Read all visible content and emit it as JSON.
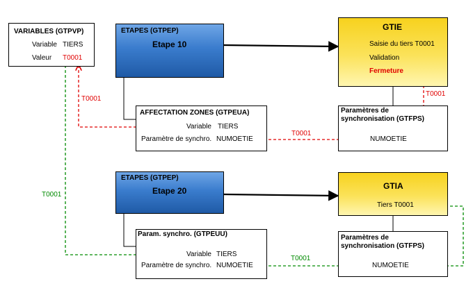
{
  "colors": {
    "red_link": "#e00000",
    "green_link": "#008a00",
    "blue_box": "#3a7ccd",
    "gold_box": "#f7d21e"
  },
  "variables": {
    "title": "VARIABLES (GTPVP)",
    "rows": [
      {
        "label": "Variable",
        "value": "TIERS"
      },
      {
        "label": "Valeur",
        "value": "T0001"
      }
    ]
  },
  "etape10": {
    "header": "ETAPES (GTPEP)",
    "title": "Etape 10"
  },
  "gtie": {
    "title": "GTIE",
    "items": [
      "Saisie du tiers T0001",
      "Validation",
      "Fermeture"
    ]
  },
  "affectation": {
    "title": "AFFECTATION ZONES (GTPEUA)",
    "variable_label": "Variable",
    "variable_value": "TIERS",
    "param_label": "Paramètre de synchro.",
    "param_value": "NUMOETIE"
  },
  "sync_top": {
    "title": "Paramètres de synchronisation (GTFPS)",
    "value": "NUMOETIE"
  },
  "etape20": {
    "header": "ETAPES (GTPEP)",
    "title": "Etape 20"
  },
  "gtia": {
    "title": "GTIA",
    "item": "Tiers T0001"
  },
  "param_synchro": {
    "title": "Param. synchro. (GTPEUU)",
    "variable_label": "Variable",
    "variable_value": "TIERS",
    "param_label": "Paramètre de synchro.",
    "param_value": "NUMOETIE"
  },
  "sync_bottom": {
    "title": "Paramètres de synchronisation (GTFPS)",
    "value": "NUMOETIE"
  },
  "link_labels": {
    "red_vertical": "T0001",
    "red_right": "T0001",
    "red_middle": "T0001",
    "green_left": "T0001",
    "green_bottom": "T0001"
  }
}
